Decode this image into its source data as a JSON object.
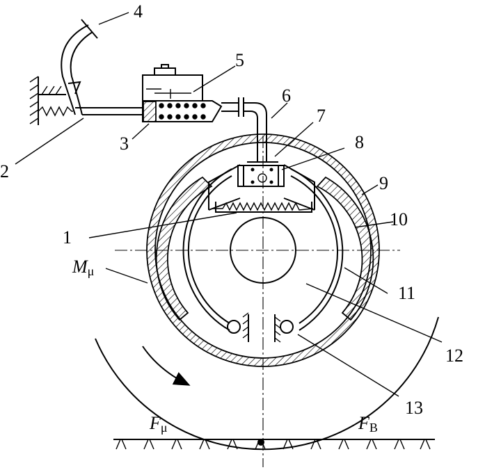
{
  "labels": {
    "n1": "1",
    "n2": "2",
    "n3": "3",
    "n4": "4",
    "n5": "5",
    "n6": "6",
    "n7": "7",
    "n8": "8",
    "n9": "9",
    "n10": "10",
    "n11": "11",
    "n12": "12",
    "n13": "13"
  },
  "symbols": {
    "m_main": "M",
    "m_sub": "μ",
    "fmu_main": "F",
    "fmu_sub": "μ",
    "fb_main": "F",
    "fb_sub": "B"
  }
}
